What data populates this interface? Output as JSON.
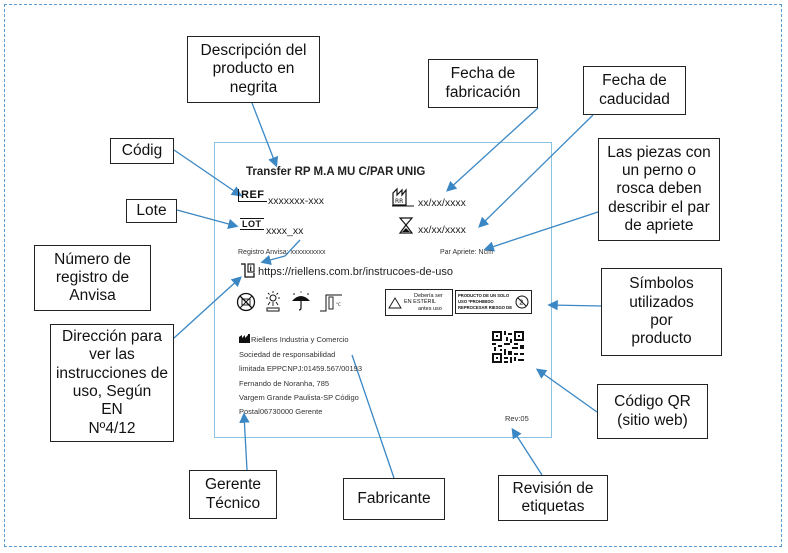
{
  "callouts": {
    "descripcion": "Descripción del\nproducto en\nnegrita",
    "fecha_fabricacion": "Fecha de\nfabricación",
    "fecha_caducidad": "Fecha de\ncaducidad",
    "codig": "Códig",
    "lote": "Lote",
    "piezas_perno": "Las piezas con\nun perno o\nrosca deben\ndescribir el par\nde apriete",
    "registro_anvisa": "Número de\nregistro de\nAnvisa",
    "simbolos": "Símbolos\nutilizados\npor\nproducto",
    "direccion": "Dirección para\nver las\ninstrucciones de\nuso, Según\nEN\nNº4/12",
    "codigo_qr": "Código QR\n(sitio web)",
    "gerente": "Gerente\nTécnico",
    "fabricante": "Fabricante",
    "revision": "Revisión de\netiquetas"
  },
  "label": {
    "title": "Transfer RP M.A MU C/PAR UNIG",
    "ref_symbol": "REF",
    "ref_value": "xxxxxxx-xxx",
    "lot_symbol": "LOT",
    "lot_value": "xxxx_xx",
    "mfg_date": "xx/xx/xxxx",
    "exp_date": "xx/xx/xxxx",
    "registro": "Registro Anvisa: xxxxxxxxxx",
    "par_apriete": "Par Apriete: Ncm",
    "url": "https://riellens.com.br/instrucoes-de-uso",
    "sterile_box_line1": "Debería ser",
    "sterile_box_en": "EN",
    "sterile_box_line2": "ESTÉRIL",
    "sterile_box_line3": "antes uso",
    "single_use_line1": "PRODUCTO DE UN SOLO",
    "single_use_line2": "USO         *PROHIBIDO",
    "single_use_line3": "REPROCESAR  RIESGO DE",
    "manufacturer_lines": [
      "Riellens Industria y Comercio",
      "Sociedad de responsabilidad",
      "limitada EPPCNPJ:01459.567/00193",
      "Fernando de   Noranha, 785",
      "Vargem Grande Paulista-SP Código",
      "Postal06730000 Gerente"
    ],
    "rev": "Rev:05"
  },
  "icons": {
    "ref_box": "ref-symbol-icon",
    "lot_box": "lot-symbol-icon",
    "mfg": "manufacture-date-icon",
    "exp": "expiry-hourglass-icon",
    "ifu": "instructions-for-use-icon",
    "no_resterilize": "do-not-resterilize-icon",
    "sunlight": "keep-away-from-sunlight-icon",
    "umbrella": "keep-dry-icon",
    "temperature": "temperature-limit-icon",
    "factory": "manufacturer-icon",
    "qr": "qr-code-icon"
  },
  "colors": {
    "frame_border": "#5b9bd5",
    "label_border": "#8cc3e3",
    "connector": "#3a87c4"
  }
}
